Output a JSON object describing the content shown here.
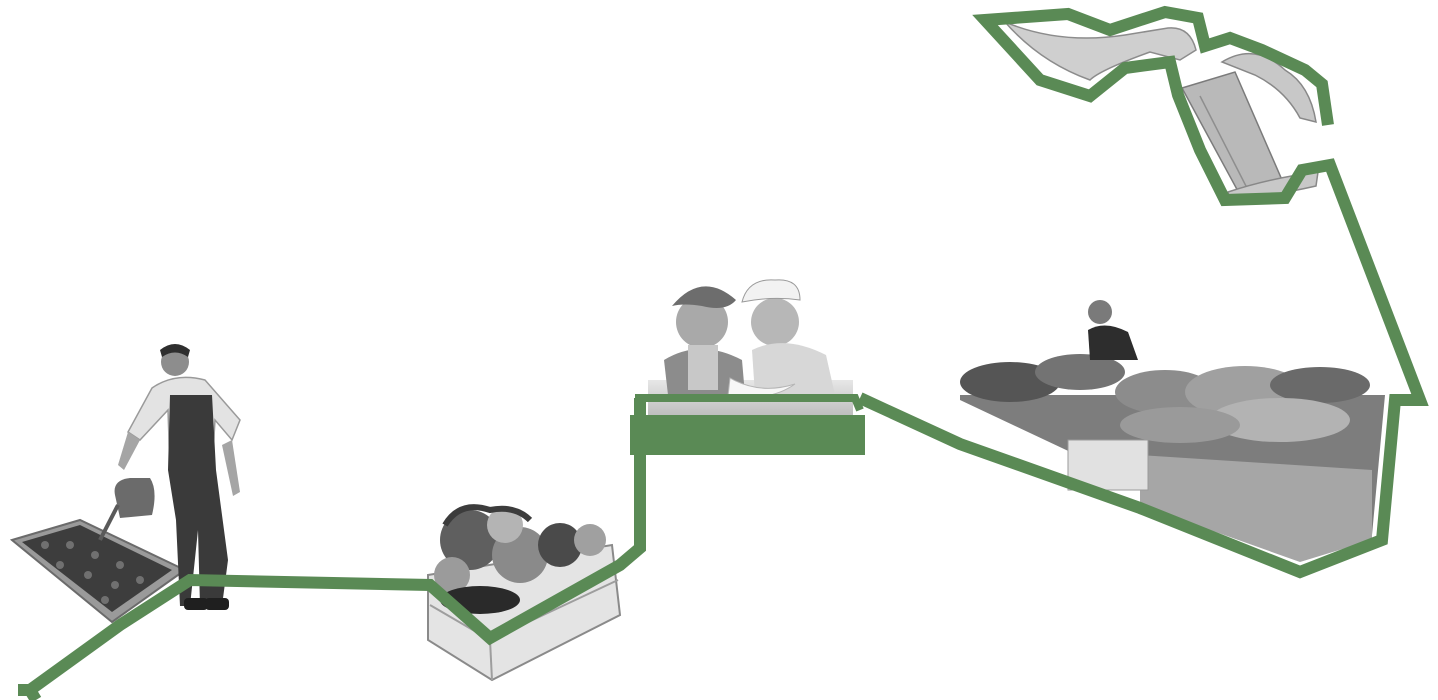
{
  "scene": {
    "description_visible_text": "",
    "accent_color": "#5a8a55",
    "photo_tone": "grayscale",
    "stages": [
      {
        "id": "garden",
        "icon": "gardener-watering-icon"
      },
      {
        "id": "harvest",
        "icon": "vegetable-crate-icon"
      },
      {
        "id": "cooking",
        "icon": "children-cooking-icon"
      },
      {
        "id": "market",
        "icon": "market-stall-icon"
      },
      {
        "id": "exchange",
        "icon": "hands-paper-bag-icon"
      }
    ]
  }
}
